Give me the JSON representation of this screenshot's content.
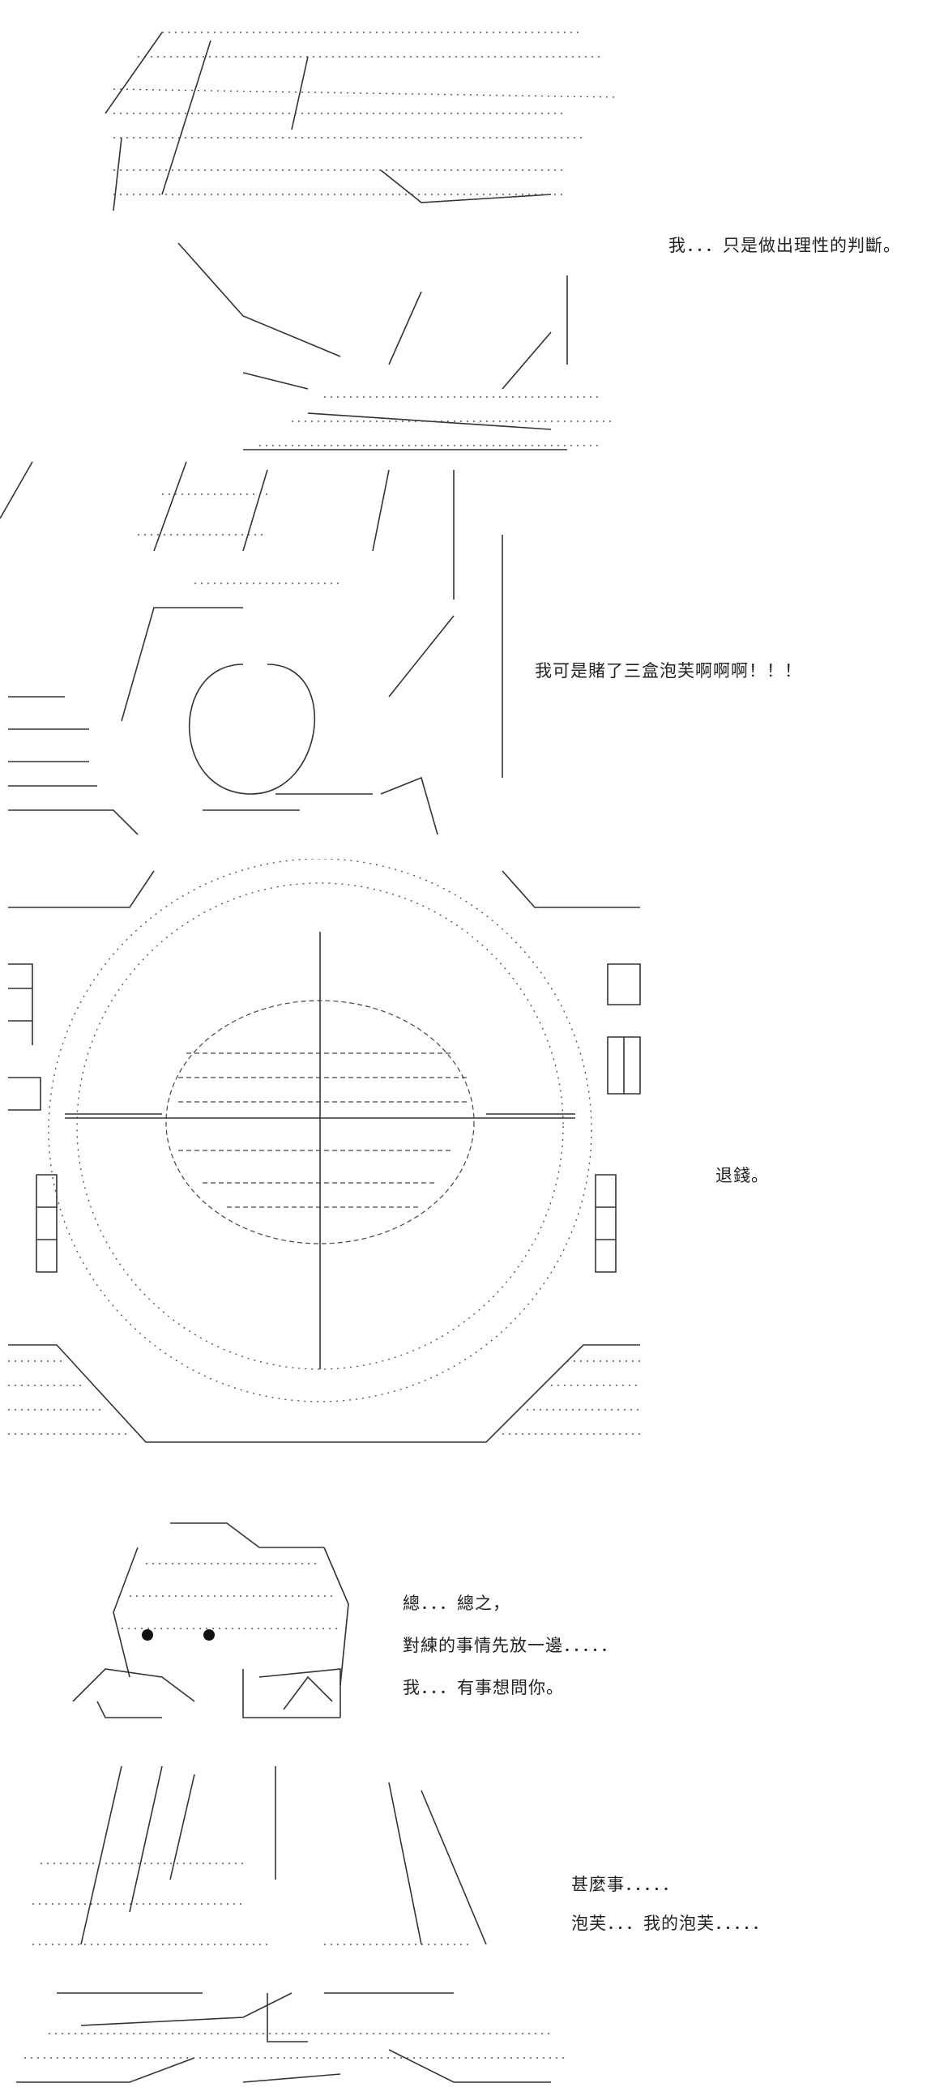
{
  "panels": [
    {
      "dialogue": [
        "我．．．只是做出理性的判斷。"
      ]
    },
    {
      "dialogue": [
        "我可是賭了三盒泡芙啊啊啊！！！"
      ]
    },
    {
      "dialogue": [
        "退錢。"
      ]
    },
    {
      "dialogue": [
        "總．．．總之，",
        "對練的事情先放一邊．．．．．",
        "我．．．有事想問你。"
      ]
    },
    {
      "dialogue": [
        "甚麼事．．．．．",
        "泡芙．．．我的泡芙．．．．．"
      ]
    }
  ]
}
